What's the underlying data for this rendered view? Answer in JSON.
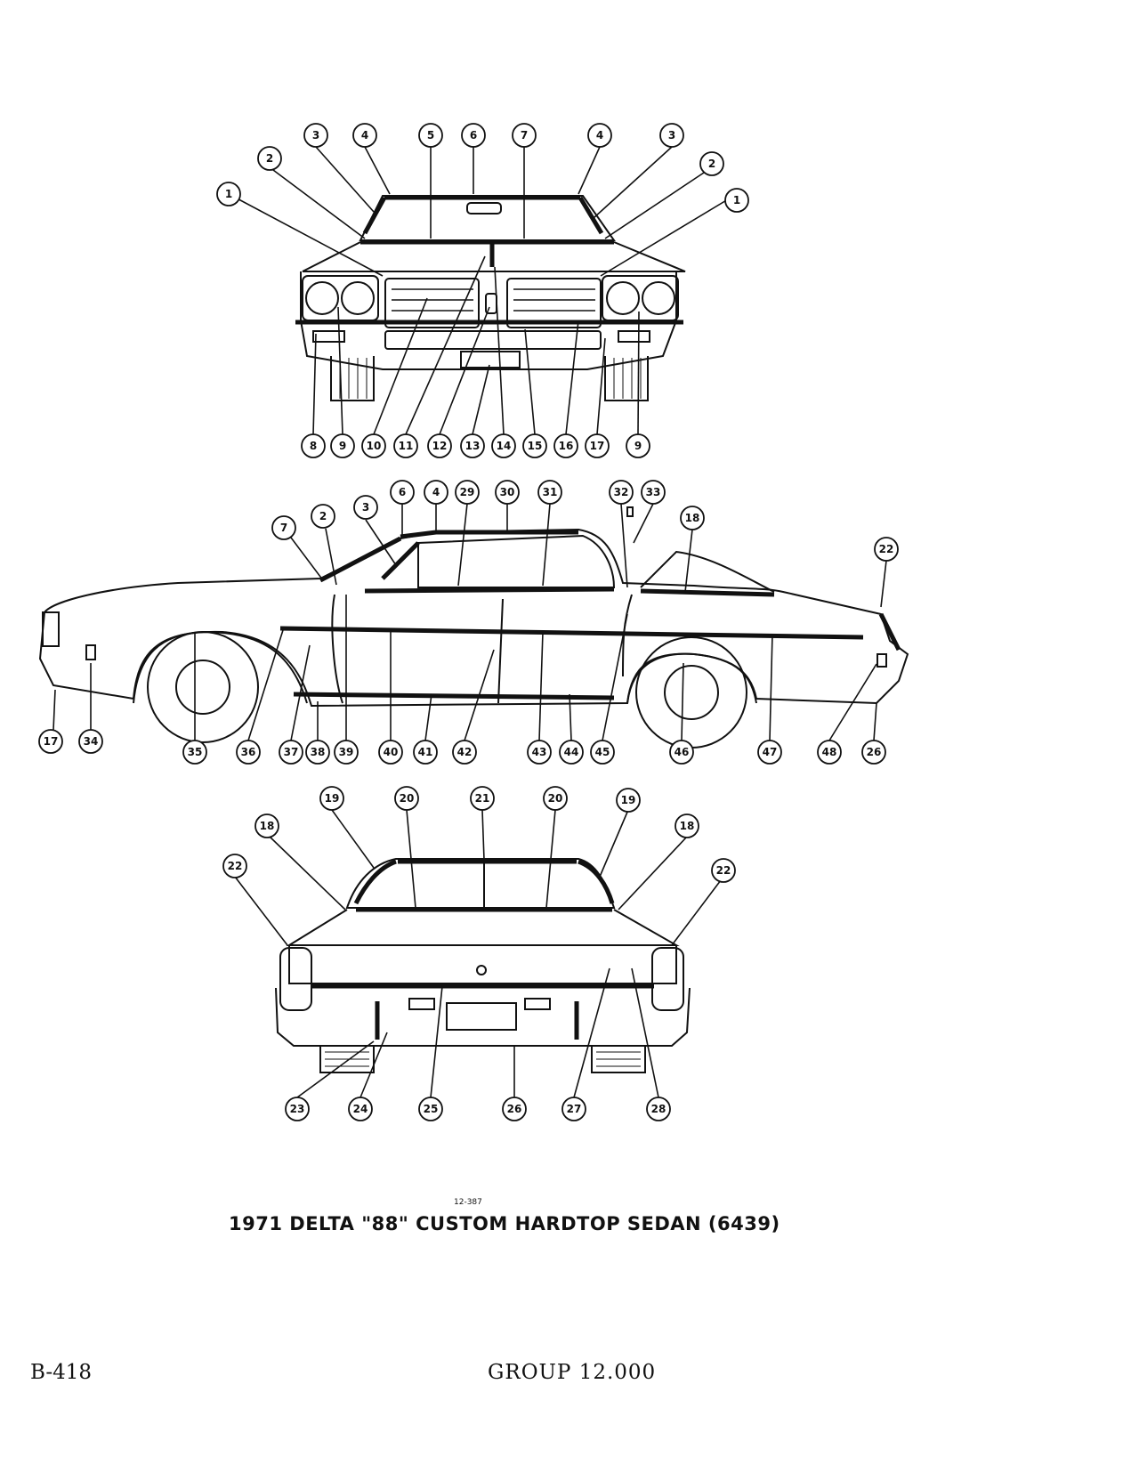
{
  "figure": {
    "drawing_code": "12-387",
    "caption": "1971 DELTA \"88\" CUSTOM HARDTOP SEDAN (6439)"
  },
  "footer": {
    "page_number": "B-418",
    "group": "GROUP 12.000"
  },
  "views": {
    "front": {
      "callouts": [
        "3",
        "4",
        "5",
        "6",
        "7",
        "4",
        "3",
        "2",
        "2",
        "1",
        "1",
        "8",
        "9",
        "10",
        "11",
        "12",
        "13",
        "14",
        "15",
        "16",
        "17",
        "9"
      ]
    },
    "side": {
      "callouts": [
        "6",
        "4",
        "29",
        "30",
        "31",
        "32",
        "33",
        "7",
        "2",
        "3",
        "18",
        "22",
        "17",
        "34",
        "35",
        "36",
        "37",
        "38",
        "39",
        "40",
        "41",
        "42",
        "43",
        "44",
        "45",
        "46",
        "47",
        "48",
        "26"
      ]
    },
    "rear": {
      "callouts": [
        "19",
        "20",
        "21",
        "20",
        "19",
        "18",
        "18",
        "22",
        "22",
        "23",
        "24",
        "25",
        "26",
        "27",
        "28"
      ]
    }
  }
}
